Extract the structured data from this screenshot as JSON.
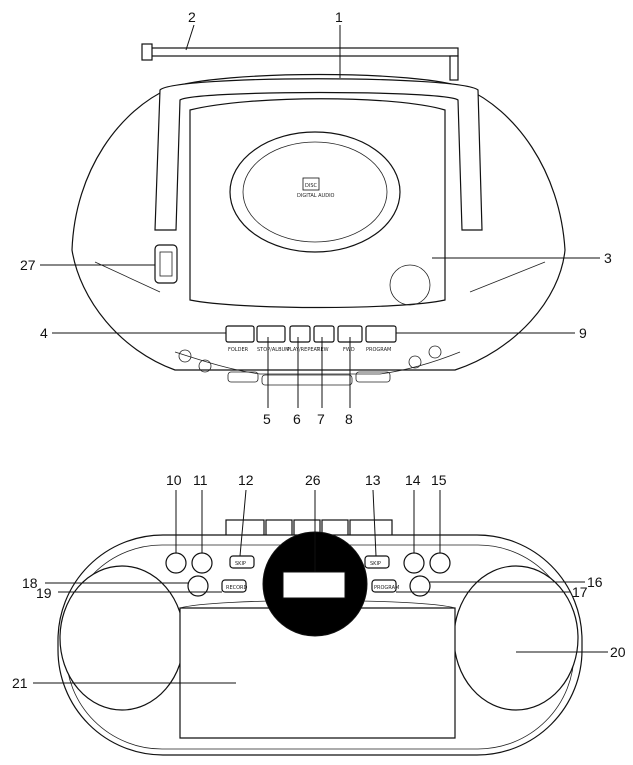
{
  "figure": {
    "callouts": [
      "1",
      "2",
      "3",
      "4",
      "5",
      "6",
      "7",
      "8",
      "9",
      "10",
      "11",
      "12",
      "13",
      "14",
      "15",
      "16",
      "17",
      "18",
      "19",
      "20",
      "21",
      "26",
      "27"
    ],
    "cd_logo_lines": [
      "DISC",
      "DIGITAL AUDIO"
    ],
    "button_labels_top": [
      "FOLDER",
      "STOP/ALBUM",
      "PLAY/REPEAT",
      "REW",
      "FWD",
      "PROGRAM"
    ],
    "front_button_labels": [
      "SKIP",
      "SKIP",
      "RECORD",
      "PROGRAM"
    ]
  },
  "colors": {
    "line": "#111111",
    "fill": "#ffffff",
    "display": "#000000"
  }
}
